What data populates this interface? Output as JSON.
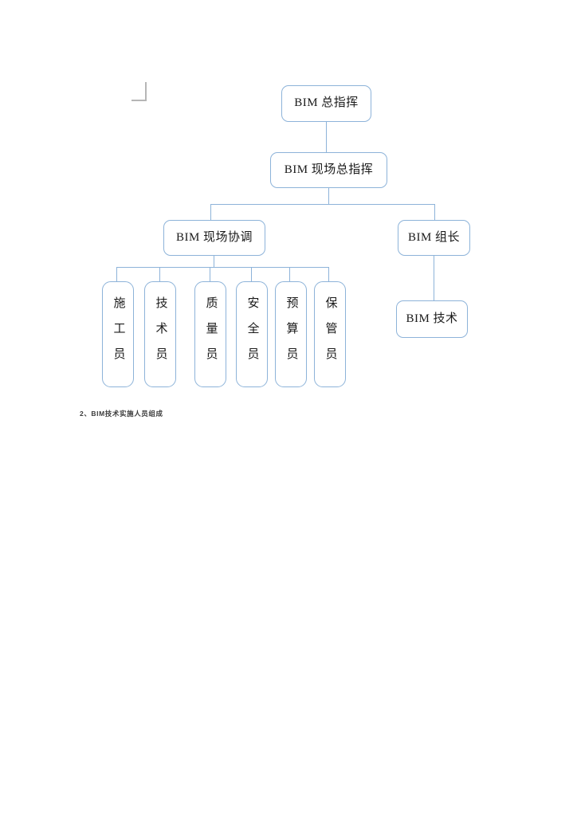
{
  "document": {
    "caption": "2、BIM技术实施人员组成"
  },
  "colors": {
    "node_border": "#8db3d9",
    "connector": "#8db3d9",
    "corner_mark": "#b6b6b6",
    "text": "#1a1a1a",
    "caption_text": "#3b3b3b",
    "page_background": "#ffffff"
  },
  "chart_data": {
    "type": "diagram",
    "subtype": "organization-chart",
    "title": "BIM技术实施人员组成",
    "orientation": "top-down",
    "nodes": [
      {
        "id": "n1",
        "label": "BIM 总指挥",
        "level": 0,
        "shape": "rounded-rect",
        "text_direction": "horizontal"
      },
      {
        "id": "n2",
        "label": "BIM 现场总指挥",
        "level": 1,
        "shape": "rounded-rect",
        "text_direction": "horizontal"
      },
      {
        "id": "n3",
        "label": "BIM 现场协调",
        "level": 2,
        "shape": "rounded-rect",
        "text_direction": "horizontal"
      },
      {
        "id": "n4",
        "label": "BIM 组长",
        "level": 2,
        "shape": "rounded-rect",
        "text_direction": "horizontal"
      },
      {
        "id": "n5",
        "label": "施工员",
        "level": 3,
        "shape": "rounded-rect",
        "text_direction": "vertical"
      },
      {
        "id": "n6",
        "label": "技术员",
        "level": 3,
        "shape": "rounded-rect",
        "text_direction": "vertical"
      },
      {
        "id": "n7",
        "label": "质量员",
        "level": 3,
        "shape": "rounded-rect",
        "text_direction": "vertical"
      },
      {
        "id": "n8",
        "label": "安全员",
        "level": 3,
        "shape": "rounded-rect",
        "text_direction": "vertical"
      },
      {
        "id": "n9",
        "label": "预算员",
        "level": 3,
        "shape": "rounded-rect",
        "text_direction": "vertical"
      },
      {
        "id": "n10",
        "label": "保管员",
        "level": 3,
        "shape": "rounded-rect",
        "text_direction": "vertical"
      },
      {
        "id": "n11",
        "label": "BIM 技术",
        "level": 3,
        "shape": "rounded-rect",
        "text_direction": "horizontal"
      }
    ],
    "edges": [
      {
        "from": "n1",
        "to": "n2"
      },
      {
        "from": "n2",
        "to": "n3"
      },
      {
        "from": "n2",
        "to": "n4"
      },
      {
        "from": "n3",
        "to": "n5"
      },
      {
        "from": "n3",
        "to": "n6"
      },
      {
        "from": "n3",
        "to": "n7"
      },
      {
        "from": "n3",
        "to": "n8"
      },
      {
        "from": "n3",
        "to": "n9"
      },
      {
        "from": "n3",
        "to": "n10"
      },
      {
        "from": "n4",
        "to": "n11"
      }
    ],
    "node_labels": {
      "bim_chief_commander": "BIM 总指挥",
      "bim_site_chief_commander": "BIM 现场总指挥",
      "bim_site_coordination": "BIM 现场协调",
      "bim_team_leader": "BIM 组长",
      "construction_staff": "施工员",
      "technical_staff": "技术员",
      "quality_staff": "质量员",
      "safety_staff": "安全员",
      "budget_staff": "预算员",
      "storekeeper_staff": "保管员",
      "bim_technology": "BIM 技术"
    }
  }
}
